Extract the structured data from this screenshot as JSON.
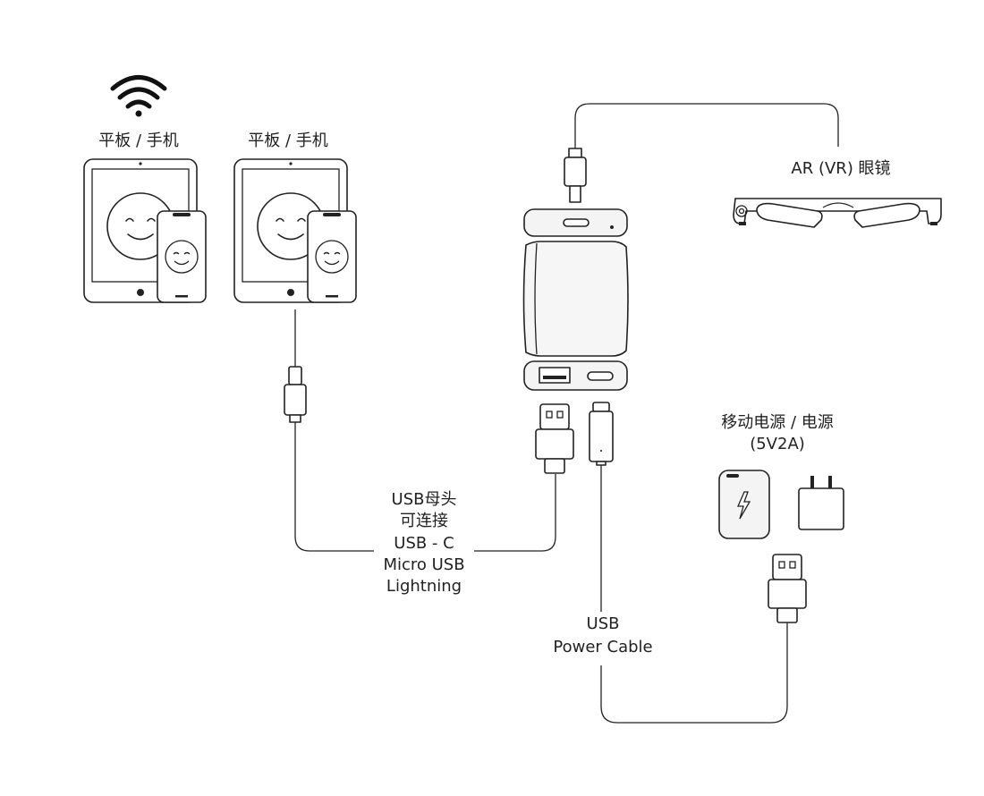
{
  "labels": {
    "device_left": "平板 / 手机",
    "device_right": "平板 / 手机",
    "glasses": "AR (VR) 眼镜",
    "power_source_line1": "移动电源 / 电源",
    "power_source_line2": "(5V2A)",
    "usb_female_lines": [
      "USB母头",
      "可连接",
      "USB - C",
      "Micro USB",
      "Lightning"
    ],
    "power_cable_lines": [
      "USB",
      "Power Cable"
    ]
  },
  "icons": {
    "wifi": "wifi-icon",
    "lightning": "lightning-bolt-icon",
    "smiley": "smiley-face-icon"
  },
  "colors": {
    "line": "#222222",
    "device_fill": "#ffffff",
    "adapter_fill": "#f2f2f2"
  }
}
